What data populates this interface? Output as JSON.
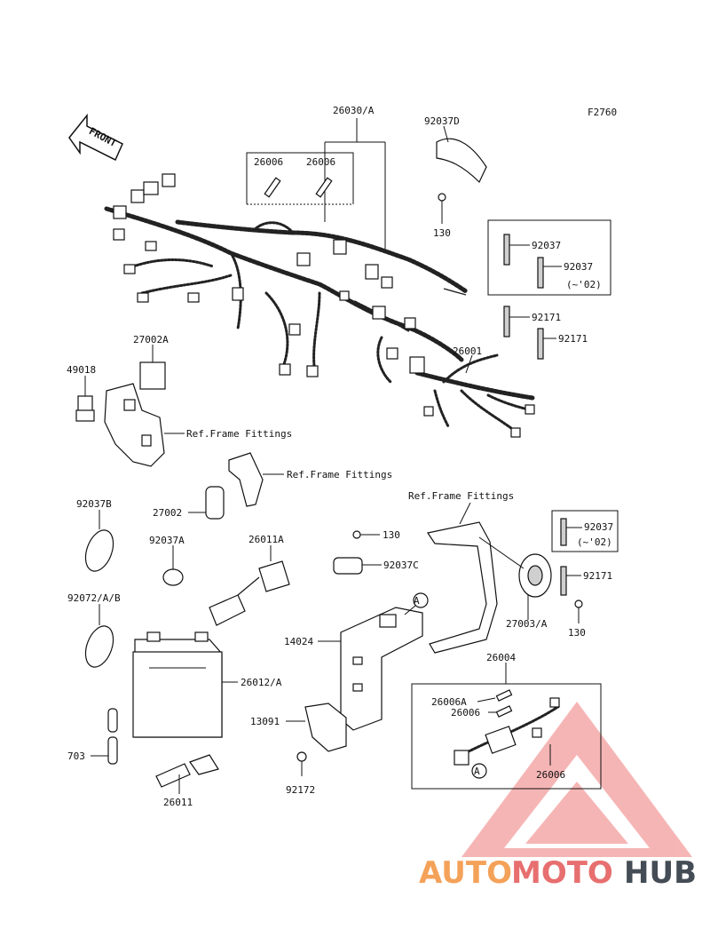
{
  "figure": {
    "code": "F2760",
    "front_label": "FRONT"
  },
  "labels": {
    "l26030A": "26030/A",
    "l92037D": "92037D",
    "l26006a": "26006",
    "l26006b": "26006",
    "l130a": "130",
    "l92037a": "92037",
    "l92037b": "92037",
    "l02a": "(~'02)",
    "l92171a": "92171",
    "l92171b": "92171",
    "l27002A": "27002A",
    "l26001": "26001",
    "l49018": "49018",
    "lRef1": "Ref.Frame Fittings",
    "lRef2": "Ref.Frame Fittings",
    "lRef3": "Ref.Frame Fittings",
    "l27002": "27002",
    "l92037B": "92037B",
    "l92037A": "92037A",
    "l26011A": "26011A",
    "l130b": "130",
    "l92037C": "92037C",
    "l92037c": "92037",
    "l02b": "(~'02)",
    "l92171c": "92171",
    "l27003A": "27003/A",
    "l130c": "130",
    "l92072": "92072/A/B",
    "l14024": "14024",
    "l26012": "26012/A",
    "l26004": "26004",
    "l26006A": "26006A",
    "l26006c": "26006",
    "l26006d": "26006",
    "l13091": "13091",
    "l703": "703",
    "l92172": "92172",
    "l26011": "26011",
    "circA1": "A",
    "circA2": "A"
  },
  "watermark": {
    "part1": "AUTO",
    "part2": "MOTO",
    "part3": "HUB",
    "color1": "#f4a259",
    "color2": "#e76f6f",
    "color3": "#444c55"
  }
}
